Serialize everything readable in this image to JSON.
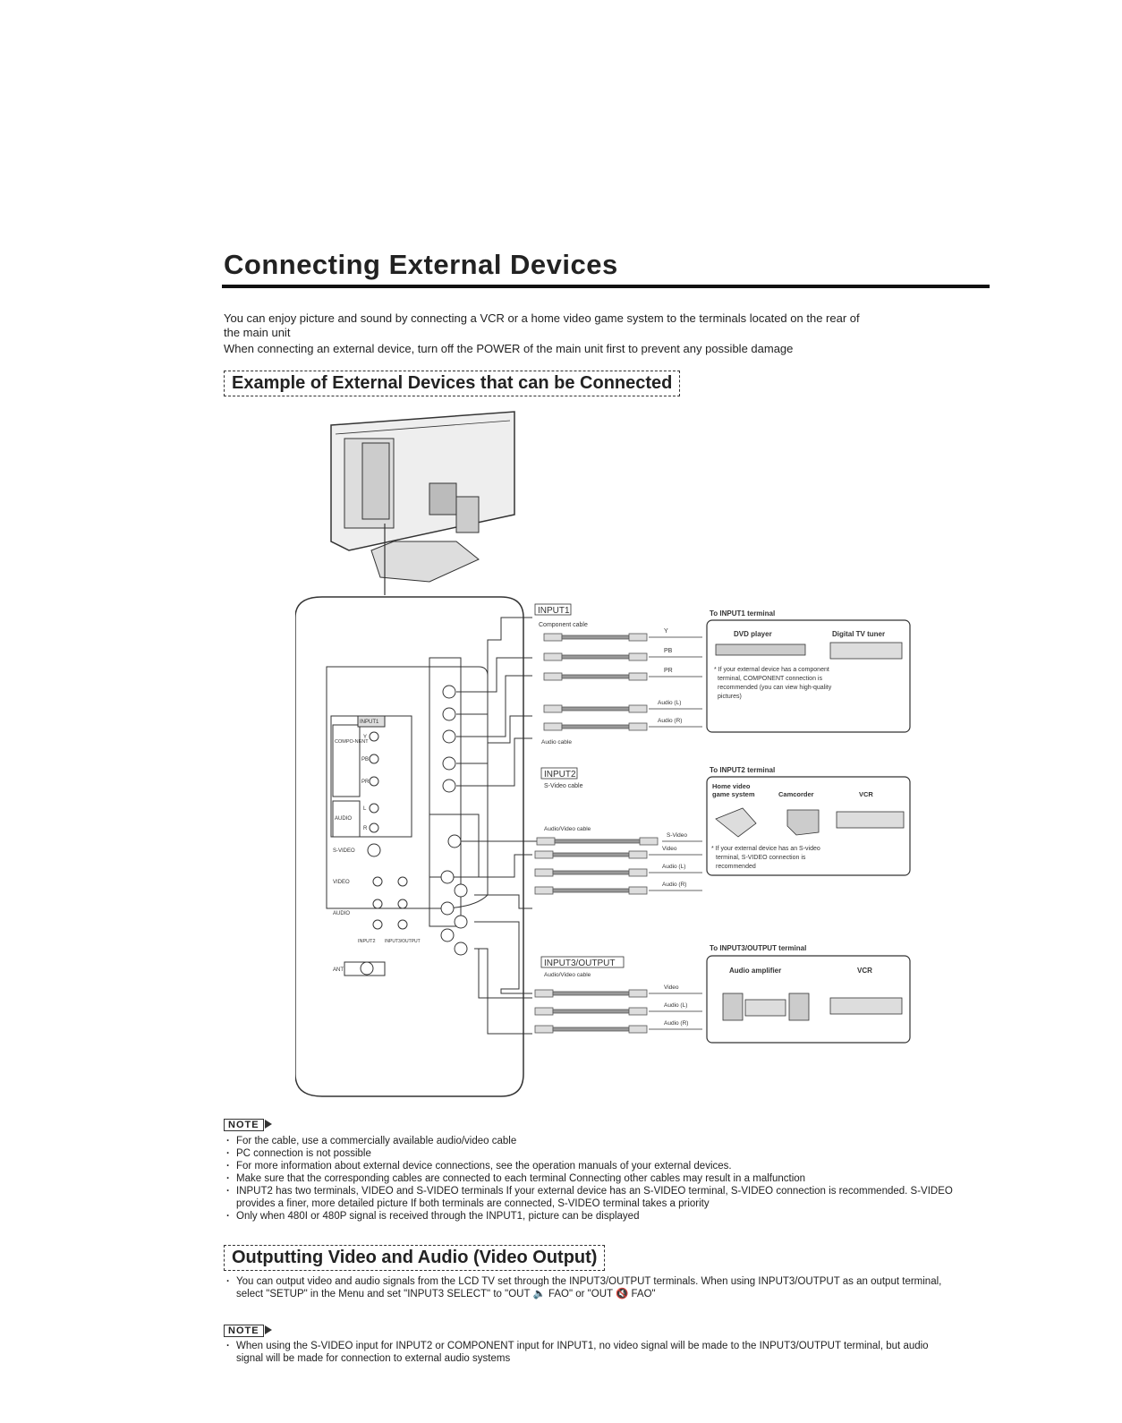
{
  "page": {
    "title": "Connecting External Devices",
    "intro": [
      "You can enjoy picture and sound by connecting a VCR or a home video game system to the terminals located on the rear of",
      "the main unit",
      "When connecting an external device, turn off the POWER of the main unit first to prevent any possible damage"
    ]
  },
  "section1": {
    "heading": "Example of External Devices that can be Connected"
  },
  "panel": {
    "input1": "INPUT1",
    "component": "COMPO-NENT",
    "y": "Y",
    "pb": "PB",
    "pr": "PR",
    "audio": "AUDIO",
    "l": "L",
    "r": "R",
    "svideo": "S-VIDEO",
    "video": "VIDEO",
    "input2": "INPUT2",
    "input3": "INPUT3/OUTPUT",
    "ant": "ANT"
  },
  "diagram": {
    "input1_tag": "INPUT1",
    "component_cable": "Component cable",
    "audio_cable": "Audio cable",
    "sig_y": "Y",
    "sig_pb": "PB",
    "sig_pr": "PR",
    "sig_audio_l": "Audio (L)",
    "sig_audio_r": "Audio (R)",
    "to_input1": "To INPUT1 terminal",
    "dvd_player": "DVD player",
    "digital_tv_tuner": "Digital TV tuner",
    "input1_note": [
      "* If your external device has a component",
      "terminal, COMPONENT connection is",
      "recommended (you can view high-quality",
      "pictures)"
    ],
    "input2_tag": "INPUT2",
    "svideo_cable": "S-Video cable",
    "sig_svideo": "S-Video",
    "av_cable": "Audio/Video cable",
    "sig_video": "Video",
    "to_input2": "To INPUT2 terminal",
    "home_video": "Home video",
    "game_system": "game system",
    "camcorder": "Camcorder",
    "vcr": "VCR",
    "input2_note": [
      "* If your external device has an S-video",
      "terminal, S-VIDEO connection is",
      "recommended"
    ],
    "input3_tag": "INPUT3/OUTPUT",
    "av_cable3": "Audio/Video cable",
    "to_input3": "To INPUT3/OUTPUT terminal",
    "audio_amplifier": "Audio amplifier",
    "vcr3": "VCR"
  },
  "notes1": {
    "badge": "NOTE",
    "items": [
      "For the cable, use a commercially available audio/video cable",
      "PC connection is not possible",
      "For more information about external device connections, see the operation manuals of your external devices.",
      "Make sure that the corresponding cables are connected to each terminal Connecting other cables may result in a malfunction",
      "INPUT2 has two terminals, VIDEO and S-VIDEO terminals If your external device has an S-VIDEO terminal, S-VIDEO connection is recommended. S-VIDEO provides a finer, more detailed picture If both terminals are connected, S-VIDEO terminal takes a priority",
      "Only when 480I or 480P signal is received through the INPUT1, picture can be displayed"
    ]
  },
  "section2": {
    "heading": "Outputting Video and Audio (Video Output)",
    "items": [
      "You can output video and audio signals from the LCD TV set through the INPUT3/OUTPUT terminals. When using INPUT3/OUTPUT as an output terminal, select \"SETUP\" in the Menu and set \"INPUT3 SELECT\" to \"OUT 🔈 FAO\" or \"OUT 🔇 FAO\""
    ]
  },
  "notes2": {
    "badge": "NOTE",
    "items": [
      "When using the S-VIDEO input for INPUT2 or COMPONENT input for INPUT1, no video signal will be made to the INPUT3/OUTPUT terminal, but audio signal will be made for connection to external audio systems"
    ]
  }
}
